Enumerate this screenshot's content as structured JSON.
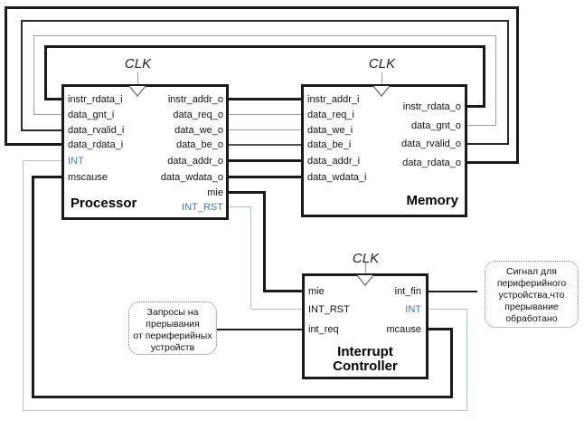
{
  "diagram": {
    "blocks": {
      "processor": {
        "title": "Processor",
        "clk_label": "CLK",
        "inputs": [
          "instr_rdata_i",
          "data_gnt_i",
          "data_rvalid_i",
          "data_rdata_i",
          "INT",
          "mscause"
        ],
        "outputs": [
          "instr_addr_o",
          "data_req_o",
          "data_we_o",
          "data_be_o",
          "data_addr_o",
          "data_wdata_o",
          "mie",
          "INT_RST"
        ]
      },
      "memory": {
        "title": "Memory",
        "clk_label": "CLK",
        "inputs": [
          "instr_addr_i",
          "data_req_i",
          "data_we_i",
          "data_be_i",
          "data_addr_i",
          "data_wdata_i"
        ],
        "outputs": [
          "instr_rdata_o",
          "data_gnt_o",
          "data_rvalid_o",
          "data_rdata_o"
        ]
      },
      "interrupt_controller": {
        "title_line1": "Interrupt",
        "title_line2": "Controller",
        "clk_label": "CLK",
        "inputs": [
          "mie",
          "INT_RST",
          "int_req"
        ],
        "outputs": [
          "int_fin",
          "INT",
          "mcause"
        ]
      }
    },
    "callouts": {
      "interrupt_requests": {
        "line1": "Запросы на",
        "line2": "прерывания",
        "line3": "от периферийных",
        "line4": "устройств"
      },
      "interrupt_done": {
        "line1": "Сигнал для",
        "line2": "периферийного",
        "line3": "устройства,что",
        "line4": "прерывание",
        "line5": "обработано"
      }
    },
    "colors": {
      "wire_black": "#1a1a1a",
      "wire_gray": "#9e9e9e",
      "wire_dark_gray": "#555555",
      "wire_blue": "#a9c6de",
      "text_blue": "#3e7cb1"
    }
  }
}
